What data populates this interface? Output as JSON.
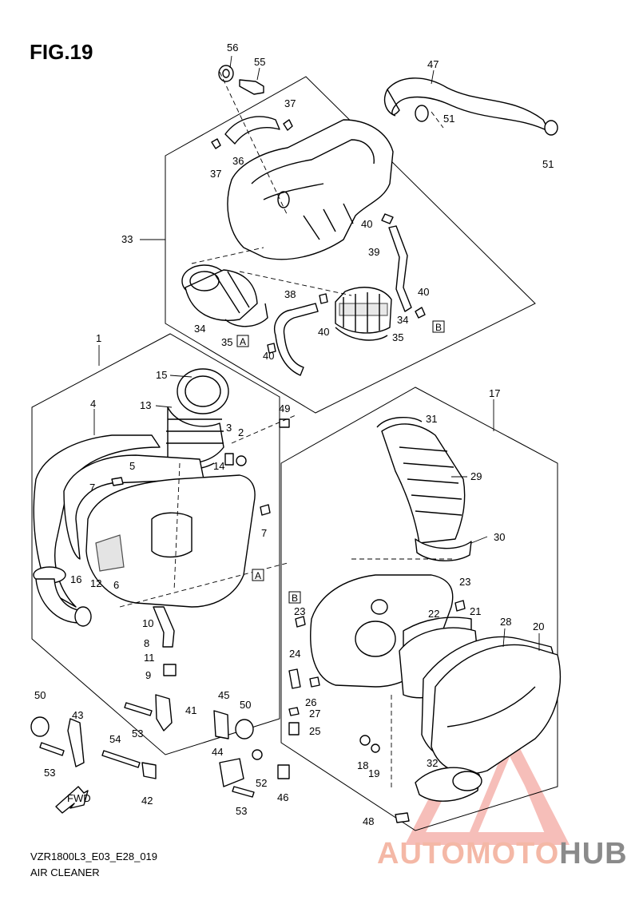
{
  "figure": {
    "title": "FIG.19",
    "model_code": "VZR1800L3_E03_E28_019",
    "section_name": "AIR CLEANER"
  },
  "direction_marker": {
    "label": "FWD"
  },
  "reference_boxes": [
    {
      "id": "ref-a-upper",
      "label": "A"
    },
    {
      "id": "ref-b-upper",
      "label": "B"
    },
    {
      "id": "ref-a-lower",
      "label": "A"
    },
    {
      "id": "ref-b-lower",
      "label": "B"
    }
  ],
  "callouts": [
    "56",
    "55",
    "47",
    "37",
    "51",
    "51",
    "37",
    "36",
    "33",
    "40",
    "39",
    "40",
    "38",
    "34",
    "34",
    "35",
    "35",
    "40",
    "40",
    "1",
    "15",
    "13",
    "4",
    "49",
    "3",
    "2",
    "14",
    "5",
    "7",
    "7",
    "6",
    "12",
    "16",
    "10",
    "8",
    "11",
    "9",
    "17",
    "31",
    "29",
    "30",
    "23",
    "23",
    "21",
    "22",
    "28",
    "20",
    "24",
    "26",
    "27",
    "25",
    "18",
    "19",
    "32",
    "48",
    "50",
    "43",
    "53",
    "41",
    "53",
    "45",
    "50",
    "54",
    "44",
    "52",
    "42",
    "53",
    "46"
  ],
  "watermark": {
    "part_a": "AUTOMOTO",
    "part_b": "HUB",
    "colors": {
      "accent": "#f4b8a6",
      "gray": "#8a8a8a",
      "triangle": "#f08a80"
    }
  }
}
